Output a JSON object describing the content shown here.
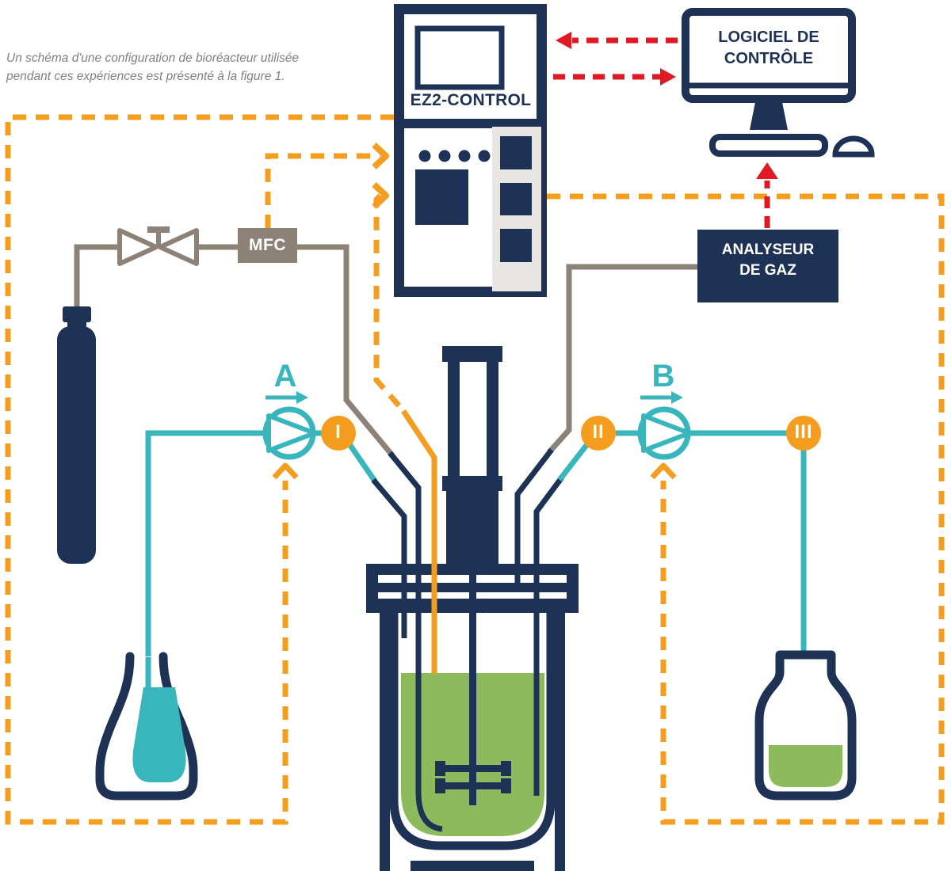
{
  "caption": {
    "line1": "Un schéma d'une configuration de bioréacteur utilisée",
    "line2": "pendant ces expériences est présenté à la figure 1."
  },
  "controller": {
    "label": "EZ2-CONTROL"
  },
  "computer": {
    "label_line1": "LOGICIEL DE",
    "label_line2": "CONTRÔLE"
  },
  "gas_analyzer": {
    "label_line1": "ANALYSEUR",
    "label_line2": "DE GAZ"
  },
  "mfc": {
    "label": "MFC"
  },
  "pumps": {
    "a": "A",
    "b": "B"
  },
  "ports": {
    "i": "I",
    "ii": "II",
    "iii": "III"
  },
  "colors": {
    "navy": "#1e3255",
    "teal": "#38b6bc",
    "orange": "#f49d1e",
    "red": "#e01a24",
    "taupe": "#8d8278",
    "green": "#8cba5c",
    "panel_gray": "#e8e6e3",
    "caption_gray": "#7e8083"
  }
}
